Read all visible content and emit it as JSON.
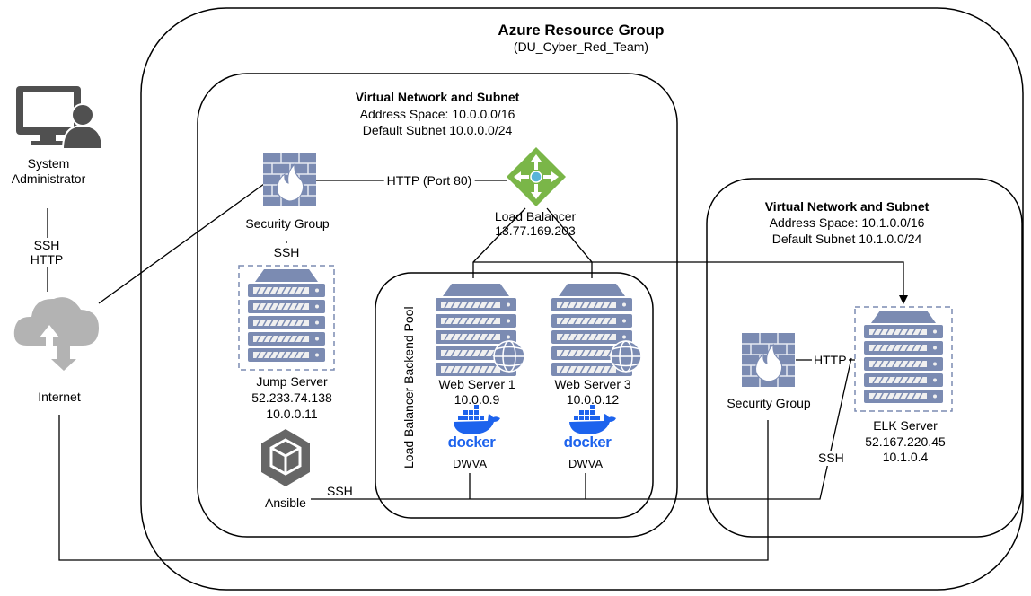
{
  "resource_group": {
    "title": "Azure Resource Group",
    "subtitle": "(DU_Cyber_Red_Team)"
  },
  "vnet1": {
    "title": "Virtual Network and Subnet",
    "address": "Address Space: 10.0.0.0/16",
    "subnet": "Default Subnet 10.0.0.0/24"
  },
  "vnet2": {
    "title": "Virtual Network and Subnet",
    "address": "Address Space: 10.1.0.0/16",
    "subnet": "Default Subnet 10.1.0.0/24"
  },
  "sysadmin": {
    "line1": "System",
    "line2": "Administrator"
  },
  "internet": {
    "label": "Internet"
  },
  "security_group_1": {
    "label": "Security Group"
  },
  "security_group_2": {
    "label": "Security Group"
  },
  "load_balancer": {
    "label": "Load Balancer",
    "ip": "13.77.169.203"
  },
  "backend_pool": {
    "label": "Load Balancer Backend Pool"
  },
  "jump_server": {
    "label": "Jump Server",
    "public_ip": "52.233.74.138",
    "private_ip": "10.0.0.11"
  },
  "ansible": {
    "label": "Ansible"
  },
  "web1": {
    "label": "Web Server 1",
    "ip": "10.0.0.9",
    "docker": "docker",
    "app": "DWVA"
  },
  "web3": {
    "label": "Web Server 3",
    "ip": "10.0.0.12",
    "docker": "docker",
    "app": "DWVA"
  },
  "elk": {
    "label": "ELK Server",
    "public_ip": "52.167.220.45",
    "private_ip": "10.1.0.4"
  },
  "edges": {
    "http_port80": "HTTP (Port 80)",
    "ssh_sg_jump": "SSH",
    "ssh_admin": "SSH",
    "http_admin": "HTTP",
    "ssh_ansible": "SSH",
    "http_elk": "HTTP",
    "ssh_elk": "SSH"
  },
  "colors": {
    "server_fill": "#7b8bb2",
    "server_slot": "#f0f0f0",
    "firewall_brick": "#7b8bb2",
    "flame": "#ffffff",
    "lb_green": "#7ab648",
    "lb_center": "#59b4d9",
    "docker_blue": "#1d63ed",
    "admin_icon": "#505050",
    "cloud_grey": "#b3b3b3",
    "ansible_grey": "#666666"
  }
}
